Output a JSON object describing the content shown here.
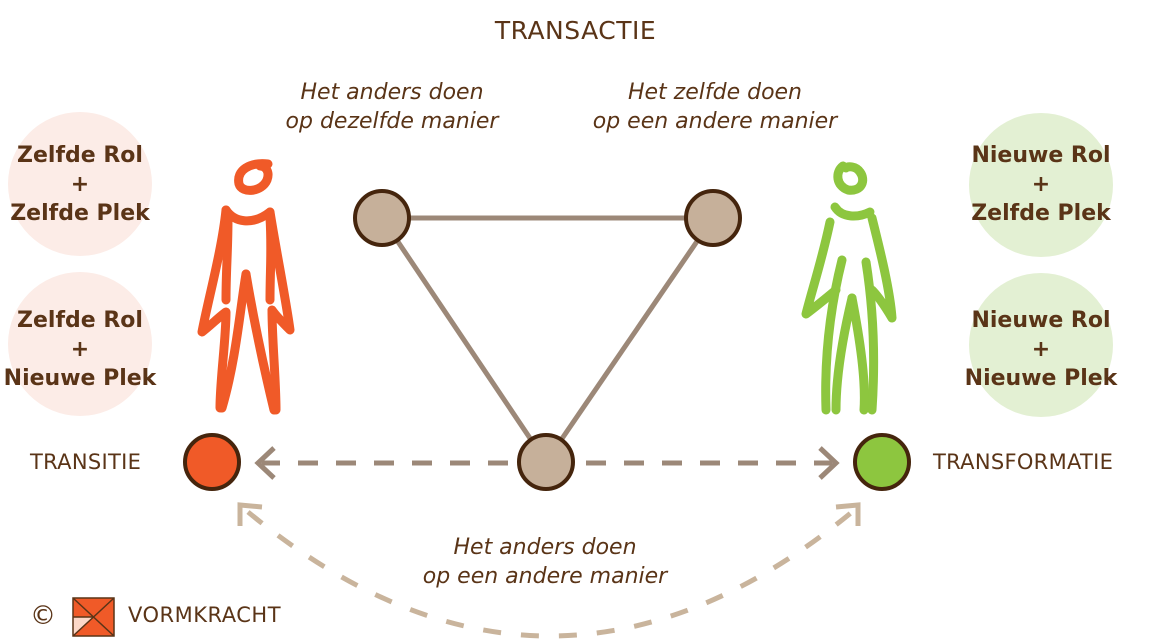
{
  "title": "TRANSACTIE",
  "colors": {
    "text": "#5a3417",
    "node_outline": "#45250d",
    "node_neutral": "#c6b09a",
    "edge": "#9c8878",
    "dashed_straight": "#9c8878",
    "dashed_arc": "#c9b49c",
    "transitie": "#f05a28",
    "transformatie": "#8dc63f",
    "bubble_pink": "#fcece7",
    "bubble_green": "#e3f0d3"
  },
  "top_labels": {
    "left": {
      "line1": "Het anders doen",
      "line2": "op dezelfde manier"
    },
    "right": {
      "line1": "Het zelfde doen",
      "line2": "op een andere manier"
    }
  },
  "bottom_label": {
    "line1": "Het anders doen",
    "line2": "op een andere manier"
  },
  "left_bubbles": [
    {
      "line1": "Zelfde Rol",
      "plus": "+",
      "line2": "Zelfde Plek"
    },
    {
      "line1": "Zelfde Rol",
      "plus": "+",
      "line2": "Nieuwe Plek"
    }
  ],
  "right_bubbles": [
    {
      "line1": "Nieuwe Rol",
      "plus": "+",
      "line2": "Zelfde Plek"
    },
    {
      "line1": "Nieuwe Rol",
      "plus": "+",
      "line2": "Nieuwe Plek"
    }
  ],
  "nodes": {
    "left_label": "TRANSITIE",
    "right_label": "TRANSFORMATIE"
  },
  "footer": {
    "copyright": "©",
    "brand": "VORMKRACHT"
  }
}
